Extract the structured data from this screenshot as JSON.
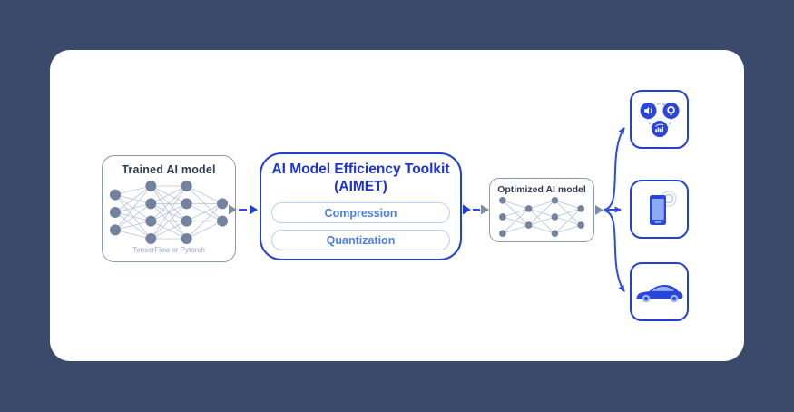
{
  "diagram": {
    "colors": {
      "background": "#3a4a6b",
      "card": "#ffffff",
      "accent_blue": "#2440d4",
      "arrow_blue": "#2e4ae0",
      "gray_border": "#8b99af",
      "gray_arrow": "#7e8ca4",
      "pill_text": "#4d7df0",
      "pill_border": "#bccdf6",
      "dark_text": "#2e3a56",
      "caption_text": "#9aa9c0",
      "network_node": "#73839f",
      "network_edge": "#b9c3d6",
      "icon_fill": "#2946d8",
      "icon_light": "#8ea9f3"
    },
    "trained_model": {
      "title": "Trained AI model",
      "caption": "TensorFlow or Pytorch",
      "network_layers": [
        3,
        4,
        4,
        2
      ]
    },
    "toolkit": {
      "title_line1": "AI Model Efficiency Toolkit",
      "title_line2": "(AIMET)",
      "buttons": [
        {
          "label": "Compression"
        },
        {
          "label": "Quantization"
        }
      ]
    },
    "optimized_model": {
      "title": "Optimized AI model",
      "network_layers": [
        3,
        2,
        3,
        2
      ]
    },
    "targets": [
      {
        "icon": "connected-devices-icon",
        "parts": [
          "speaker-icon",
          "smart-camera-icon",
          "equalizer-icon"
        ]
      },
      {
        "icon": "smartphone-icon"
      },
      {
        "icon": "car-icon"
      }
    ]
  }
}
